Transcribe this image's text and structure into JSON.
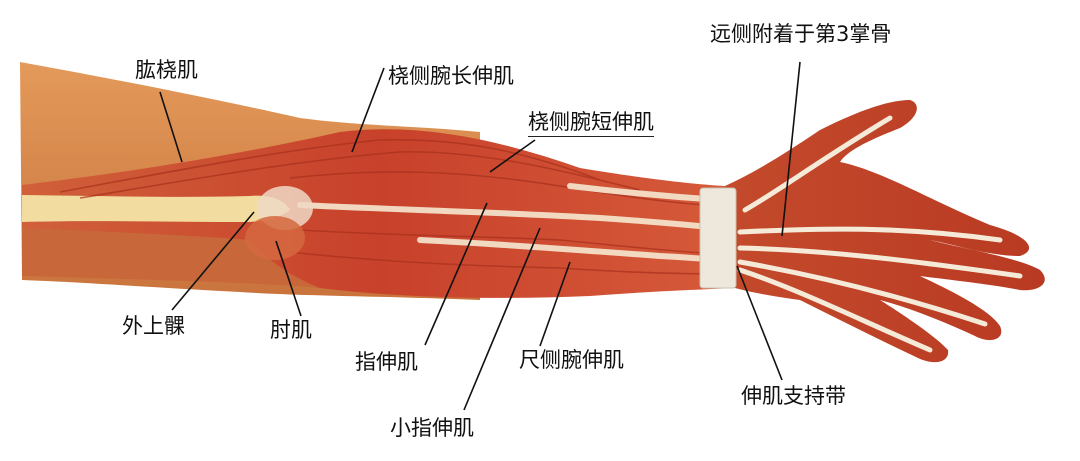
{
  "diagram": {
    "subject": "Forearm extensor muscles (posterior view, right arm)",
    "colors": {
      "skin": "#d9874a",
      "muscle": "#c8472d",
      "muscle_dark": "#a8321e",
      "tendon": "#f3e6cf",
      "retinaculum": "#eee8dc",
      "leader_line": "#111111",
      "background": "#ffffff"
    },
    "labels": {
      "brachioradialis": "肱桡肌",
      "ecrl": "桡侧腕长伸肌",
      "ecrb": "桡侧腕短伸肌",
      "distal_attachment": "远侧附着于第3掌骨",
      "lateral_epicondyle": "外上髁",
      "anconeus": "肘肌",
      "extensor_digitorum": "指伸肌",
      "extensor_digiti_minimi": "小指伸肌",
      "extensor_carpi_ulnaris": "尺侧腕伸肌",
      "extensor_retinaculum": "伸肌支持带"
    }
  }
}
